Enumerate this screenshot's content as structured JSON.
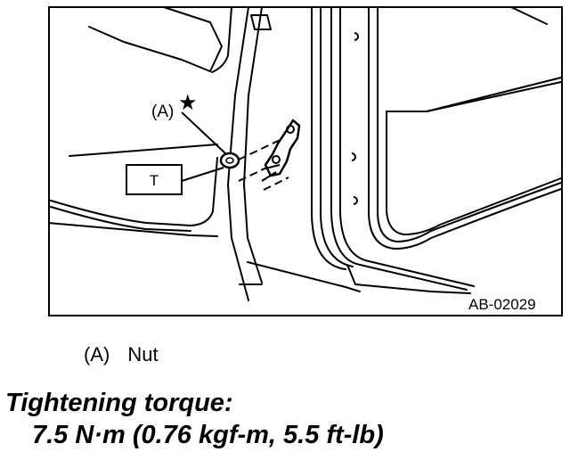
{
  "diagram": {
    "callout_a": "(A)",
    "star_symbol": "★",
    "torque_symbol": "T",
    "figure_id": "AB-02029"
  },
  "legend": {
    "label": "(A)",
    "name": "Nut"
  },
  "torque": {
    "title": "Tightening torque:",
    "value": "7.5 N·m (0.76 kgf-m, 5.5 ft-lb)"
  }
}
